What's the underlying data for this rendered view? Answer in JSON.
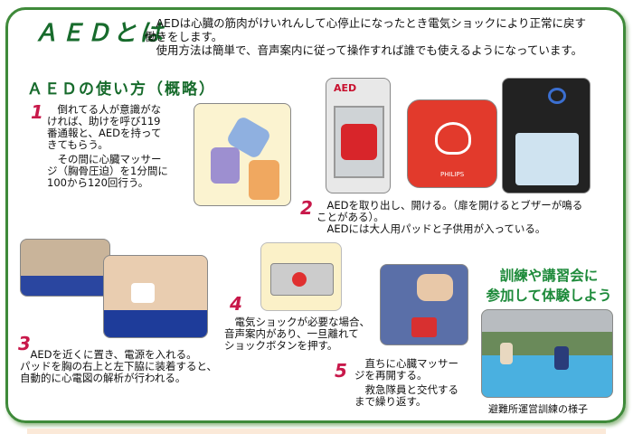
{
  "title": "ＡＥＤとは",
  "intro": [
    "　AEDは心臓の筋肉がけいれんして心停止になったとき電気ショックにより正常に戻す",
    "働きをします。",
    "　使用方法は簡単で、音声案内に従って操作すれば誰でも使えるようになっています。"
  ],
  "subtitle": "ＡＥＤの使い方（概略）",
  "steps": [
    {
      "num": "1",
      "lines": [
        "　倒れてる人が意識がな",
        "ければ、助けを呼び119",
        "番通報と、AEDを持って",
        "きてもらう。",
        "　その間に心臓マッサー",
        "ジ（胸骨圧迫）を1分間に",
        "100から120回行う。"
      ]
    },
    {
      "num": "2",
      "lines": [
        "　AEDを取り出し、開ける。（扉を開けるとブザーが鳴る",
        "ことがある）。",
        "　AEDには大人用パッドと子供用が入っている。"
      ]
    },
    {
      "num": "3",
      "lines": [
        "　AEDを近くに置き、電源を入れる。",
        "パッドを胸の右上と左下脇に装着すると、",
        "自動的に心電図の解析が行われる。"
      ]
    },
    {
      "num": "4",
      "lines": [
        "　電気ショックが必要な場合、",
        "音声案内があり、一旦離れて",
        "ショックボタンを押す。"
      ]
    },
    {
      "num": "5",
      "lines": [
        "　直ちに心臓マッサー",
        "ジを再開する。",
        "　救急隊員と交代する",
        "まで繰り返す。"
      ]
    }
  ],
  "images": {
    "aed_label": "AED",
    "philips": "PHILIPS"
  },
  "cta": [
    "訓練や講習会に",
    "参加して体験しよう"
  ],
  "caption": "避難所運営訓練の様子"
}
